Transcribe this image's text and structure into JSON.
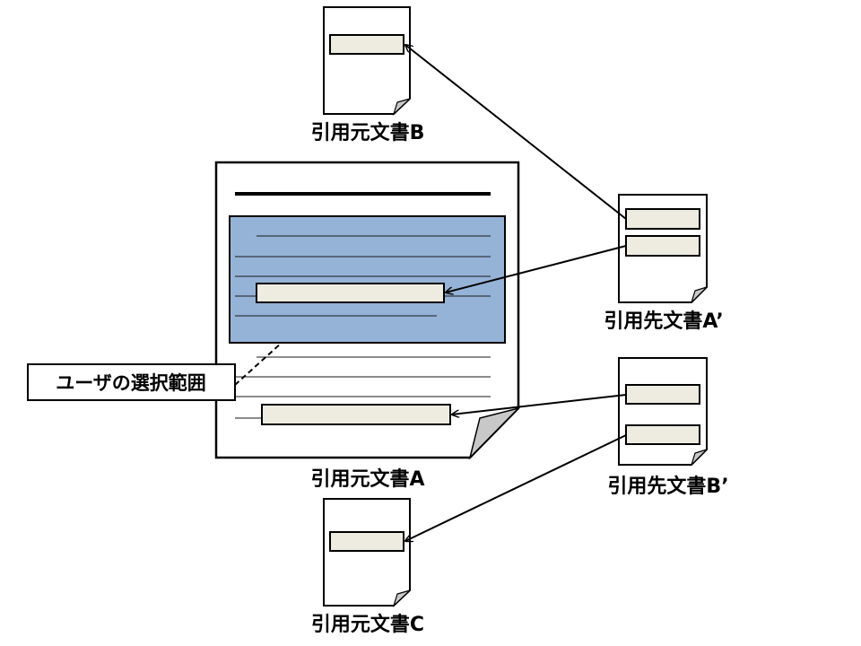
{
  "documents": {
    "source_b": "引用元文書B",
    "source_a": "引用元文書A",
    "source_c": "引用元文書C",
    "citing_a_prime": "引用先文書A’",
    "citing_b_prime": "引用先文書B’"
  },
  "callout": {
    "selection_label": "ユーザの選択範囲"
  },
  "colors": {
    "selection_fill": "#95B3D7",
    "quote_box_fill": "#EEECE1",
    "page_fold": "#C8C8C8",
    "stroke": "#000000"
  }
}
